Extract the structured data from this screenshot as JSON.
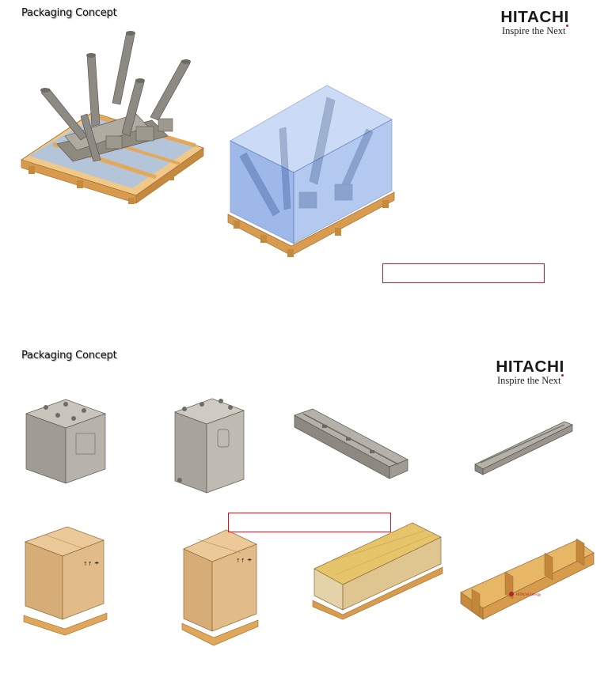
{
  "slides": [
    {
      "title": "Packaging Concept",
      "logo": {
        "brand": "HITACHI",
        "tagline": "Inspire the Next"
      }
    },
    {
      "title": "Packaging Concept",
      "logo": {
        "brand": "HITACHI",
        "tagline": "Inspire the Next"
      }
    }
  ],
  "colors": {
    "highlight_box": "#e2101e",
    "wood": "#e3a85a",
    "cardboard": "#d9b07a",
    "film": "#5b84d6",
    "metal": "#9d9a92"
  }
}
